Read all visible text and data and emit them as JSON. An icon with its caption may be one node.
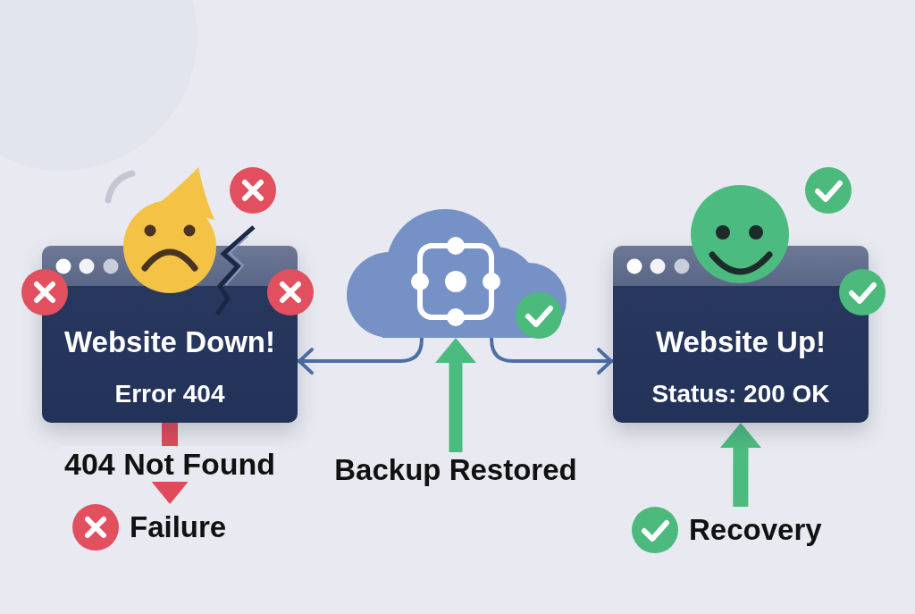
{
  "diagram": {
    "nodes": [
      {
        "text": [
          "Website Down!",
          "Error 404"
        ]
      },
      {
        "text": [],
        "shape": "cloud"
      },
      {
        "text": [
          "Website Up!",
          "Status: 200 OK"
        ]
      },
      {
        "text": [
          "Backup Restored"
        ]
      },
      {
        "text": [
          "Failure"
        ]
      },
      {
        "text": [
          "Recovery"
        ]
      }
    ],
    "edges": [
      {
        "from": 1,
        "to": 0,
        "arrow": "to",
        "color": "#4d6ea6"
      },
      {
        "from": 1,
        "to": 2,
        "arrow": "to",
        "color": "#4d6ea6"
      },
      {
        "from": 3,
        "to": 1,
        "arrow": "to",
        "color": "#4cbb7f"
      },
      {
        "from": 0,
        "to": 4,
        "arrow": "to",
        "label": "404 Not Found",
        "color": "#e04b5a"
      },
      {
        "from": 5,
        "to": 2,
        "arrow": "to",
        "color": "#4cbb7f"
      }
    ]
  }
}
